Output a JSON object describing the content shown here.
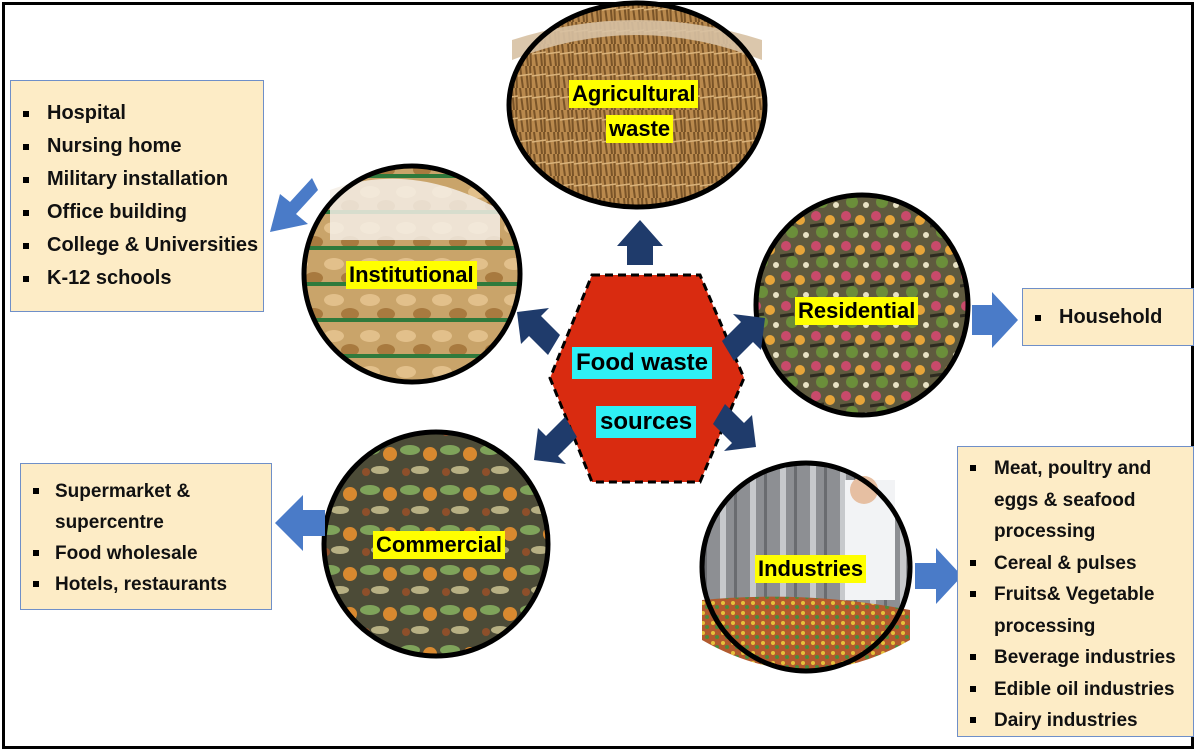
{
  "center": {
    "line1": "Food waste",
    "line2": "sources"
  },
  "sources": {
    "agricultural": {
      "line1": "Agricultural",
      "line2": "waste"
    },
    "institutional": {
      "label": "Institutional"
    },
    "residential": {
      "label": "Residential"
    },
    "commercial": {
      "label": "Commercial"
    },
    "industries": {
      "label": "Industries"
    }
  },
  "institutional_box": {
    "items": [
      "Hospital",
      "Nursing home",
      "Military installation",
      "Office building",
      "College & Universities",
      "K-12 schools"
    ]
  },
  "residential_box": {
    "items": [
      "Household"
    ]
  },
  "commercial_box": {
    "line1": "Supermarket &",
    "line1b": "supercentre",
    "line2": "Food wholesale",
    "line3": "Hotels, restaurants"
  },
  "industries_box": {
    "l1": "Meat, poultry and",
    "l1b": "eggs & seafood",
    "l1c": "processing",
    "l2": "Cereal & pulses",
    "l3": "Fruits& Vegetable",
    "l3b": "processing",
    "l4": "Beverage industries",
    "l5": "Edible oil industries",
    "l6": "Dairy industries"
  },
  "colors": {
    "hexagon": "#d92b10",
    "arrow_dark": "#1f3b6b",
    "arrow_light": "#4a7bc8",
    "label_bg": "#ffff00",
    "center_label_bg": "#2ff0f5",
    "box_bg": "#fdecc6"
  }
}
